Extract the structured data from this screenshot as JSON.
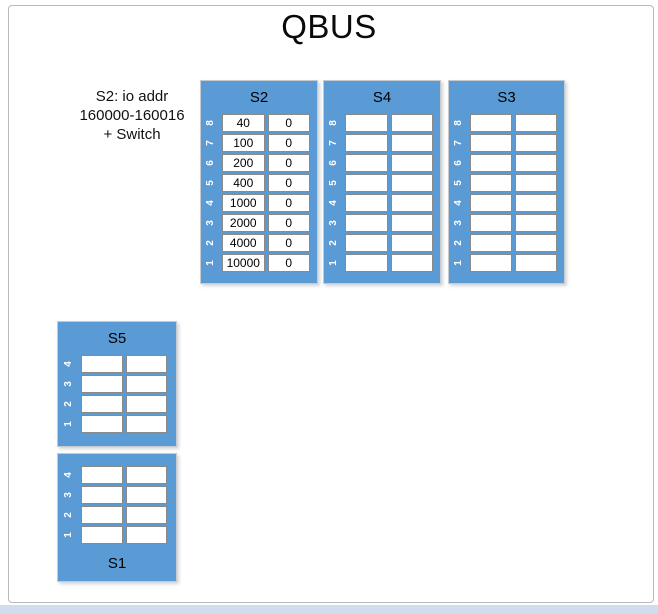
{
  "title": "QBUS",
  "note": {
    "line1": "S2: io addr",
    "line2": "160000-160016",
    "line3": "+ Switch"
  },
  "colors": {
    "panel_blue": "#5b9bd5",
    "cell_border": "#8a8a8a",
    "cell_bg": "#ffffff",
    "row_label_text": "#ffffff",
    "bottom_strip": "#cfdded"
  },
  "panels": [
    {
      "id": "S2",
      "label": "S2",
      "title_position": "top",
      "row_labels": [
        "8",
        "7",
        "6",
        "5",
        "4",
        "3",
        "2",
        "1"
      ],
      "rows": [
        {
          "left": "40",
          "right": "0"
        },
        {
          "left": "100",
          "right": "0"
        },
        {
          "left": "200",
          "right": "0"
        },
        {
          "left": "400",
          "right": "0"
        },
        {
          "left": "1000",
          "right": "0"
        },
        {
          "left": "2000",
          "right": "0"
        },
        {
          "left": "4000",
          "right": "0"
        },
        {
          "left": "10000",
          "right": "0"
        }
      ]
    },
    {
      "id": "S4",
      "label": "S4",
      "title_position": "top",
      "row_labels": [
        "8",
        "7",
        "6",
        "5",
        "4",
        "3",
        "2",
        "1"
      ],
      "rows": [
        {
          "left": "",
          "right": ""
        },
        {
          "left": "",
          "right": ""
        },
        {
          "left": "",
          "right": ""
        },
        {
          "left": "",
          "right": ""
        },
        {
          "left": "",
          "right": ""
        },
        {
          "left": "",
          "right": ""
        },
        {
          "left": "",
          "right": ""
        },
        {
          "left": "",
          "right": ""
        }
      ]
    },
    {
      "id": "S3",
      "label": "S3",
      "title_position": "top",
      "row_labels": [
        "8",
        "7",
        "6",
        "5",
        "4",
        "3",
        "2",
        "1"
      ],
      "rows": [
        {
          "left": "",
          "right": ""
        },
        {
          "left": "",
          "right": ""
        },
        {
          "left": "",
          "right": ""
        },
        {
          "left": "",
          "right": ""
        },
        {
          "left": "",
          "right": ""
        },
        {
          "left": "",
          "right": ""
        },
        {
          "left": "",
          "right": ""
        },
        {
          "left": "",
          "right": ""
        }
      ]
    },
    {
      "id": "S5",
      "label": "S5",
      "title_position": "top",
      "row_labels": [
        "4",
        "3",
        "2",
        "1"
      ],
      "rows": [
        {
          "left": "",
          "right": ""
        },
        {
          "left": "",
          "right": ""
        },
        {
          "left": "",
          "right": ""
        },
        {
          "left": "",
          "right": ""
        }
      ]
    },
    {
      "id": "S1",
      "label": "S1",
      "title_position": "bottom",
      "row_labels": [
        "4",
        "3",
        "2",
        "1"
      ],
      "rows": [
        {
          "left": "",
          "right": ""
        },
        {
          "left": "",
          "right": ""
        },
        {
          "left": "",
          "right": ""
        },
        {
          "left": "",
          "right": ""
        }
      ]
    }
  ]
}
